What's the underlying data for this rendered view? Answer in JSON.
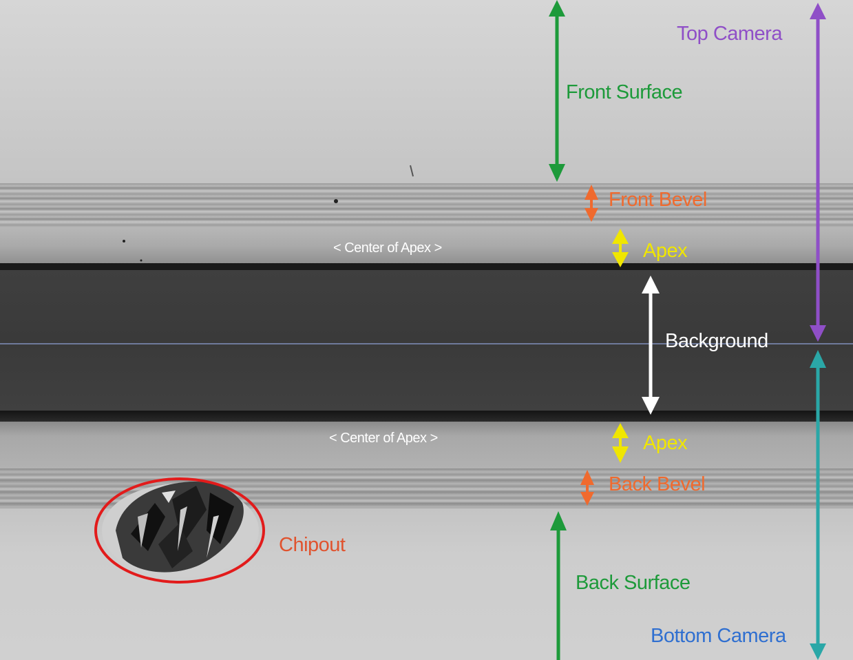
{
  "labels": {
    "top_camera": "Top Camera",
    "front_surface": "Front Surface",
    "front_bevel": "Front Bevel",
    "apex_top": "Apex",
    "center_of_apex_top": "< Center of Apex >",
    "background": "Background",
    "apex_bottom": "Apex",
    "center_of_apex_bottom": "< Center of Apex >",
    "back_bevel": "Back Bevel",
    "chipout": "Chipout",
    "back_surface": "Back Surface",
    "bottom_camera": "Bottom Camera"
  },
  "colors": {
    "surface": "#1d9a3a",
    "bevel": "#f06a2e",
    "apex": "#f0e600",
    "background": "#ffffff",
    "top_camera": "#8f4fc7",
    "bottom_camera": "#2aa7a7",
    "bottom_camera_label": "#2f6fd0",
    "chipout": "#e0532e",
    "chipout_circle": "#e21b1b"
  }
}
